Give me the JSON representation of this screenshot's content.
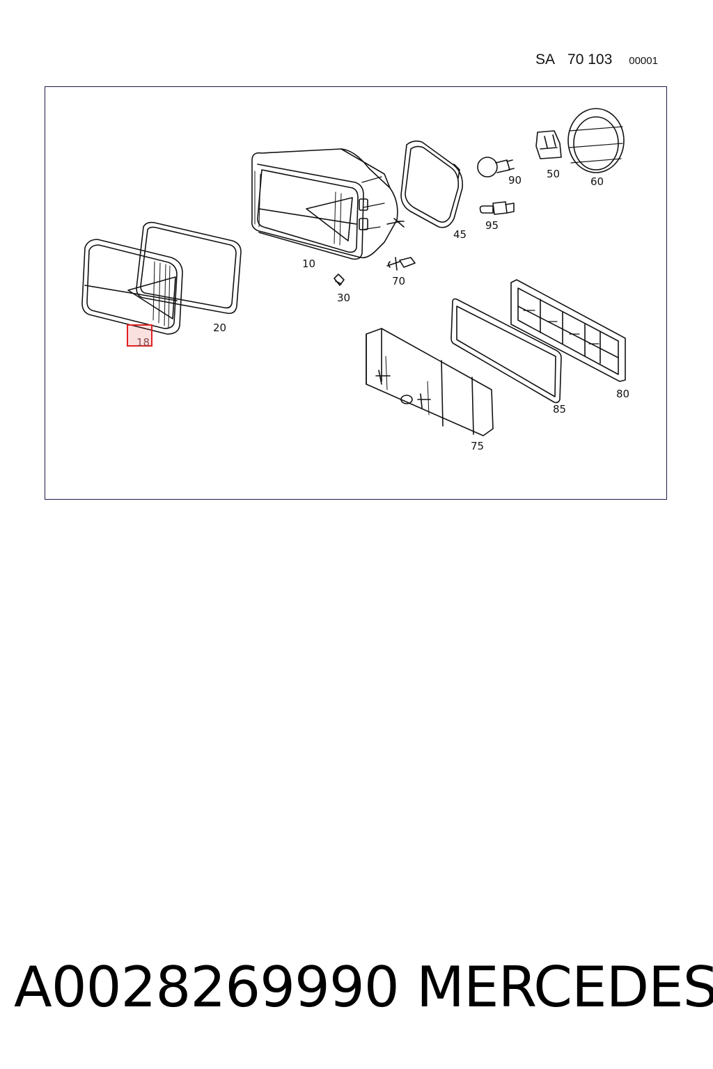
{
  "header": {
    "prefix": "SA",
    "code": "70 103",
    "sheet": "00001"
  },
  "callouts": [
    {
      "id": "10",
      "label": "10"
    },
    {
      "id": "18",
      "label": "18",
      "highlighted": true
    },
    {
      "id": "20",
      "label": "20"
    },
    {
      "id": "30",
      "label": "30"
    },
    {
      "id": "45",
      "label": "45"
    },
    {
      "id": "50",
      "label": "50"
    },
    {
      "id": "60",
      "label": "60"
    },
    {
      "id": "70",
      "label": "70"
    },
    {
      "id": "75",
      "label": "75"
    },
    {
      "id": "80",
      "label": "80"
    },
    {
      "id": "85",
      "label": "85"
    },
    {
      "id": "90",
      "label": "90"
    },
    {
      "id": "95",
      "label": "95"
    }
  ],
  "highlight_color": "#e02020",
  "footer": {
    "part_number": "A0028269990",
    "brand": "MERCEDES"
  }
}
